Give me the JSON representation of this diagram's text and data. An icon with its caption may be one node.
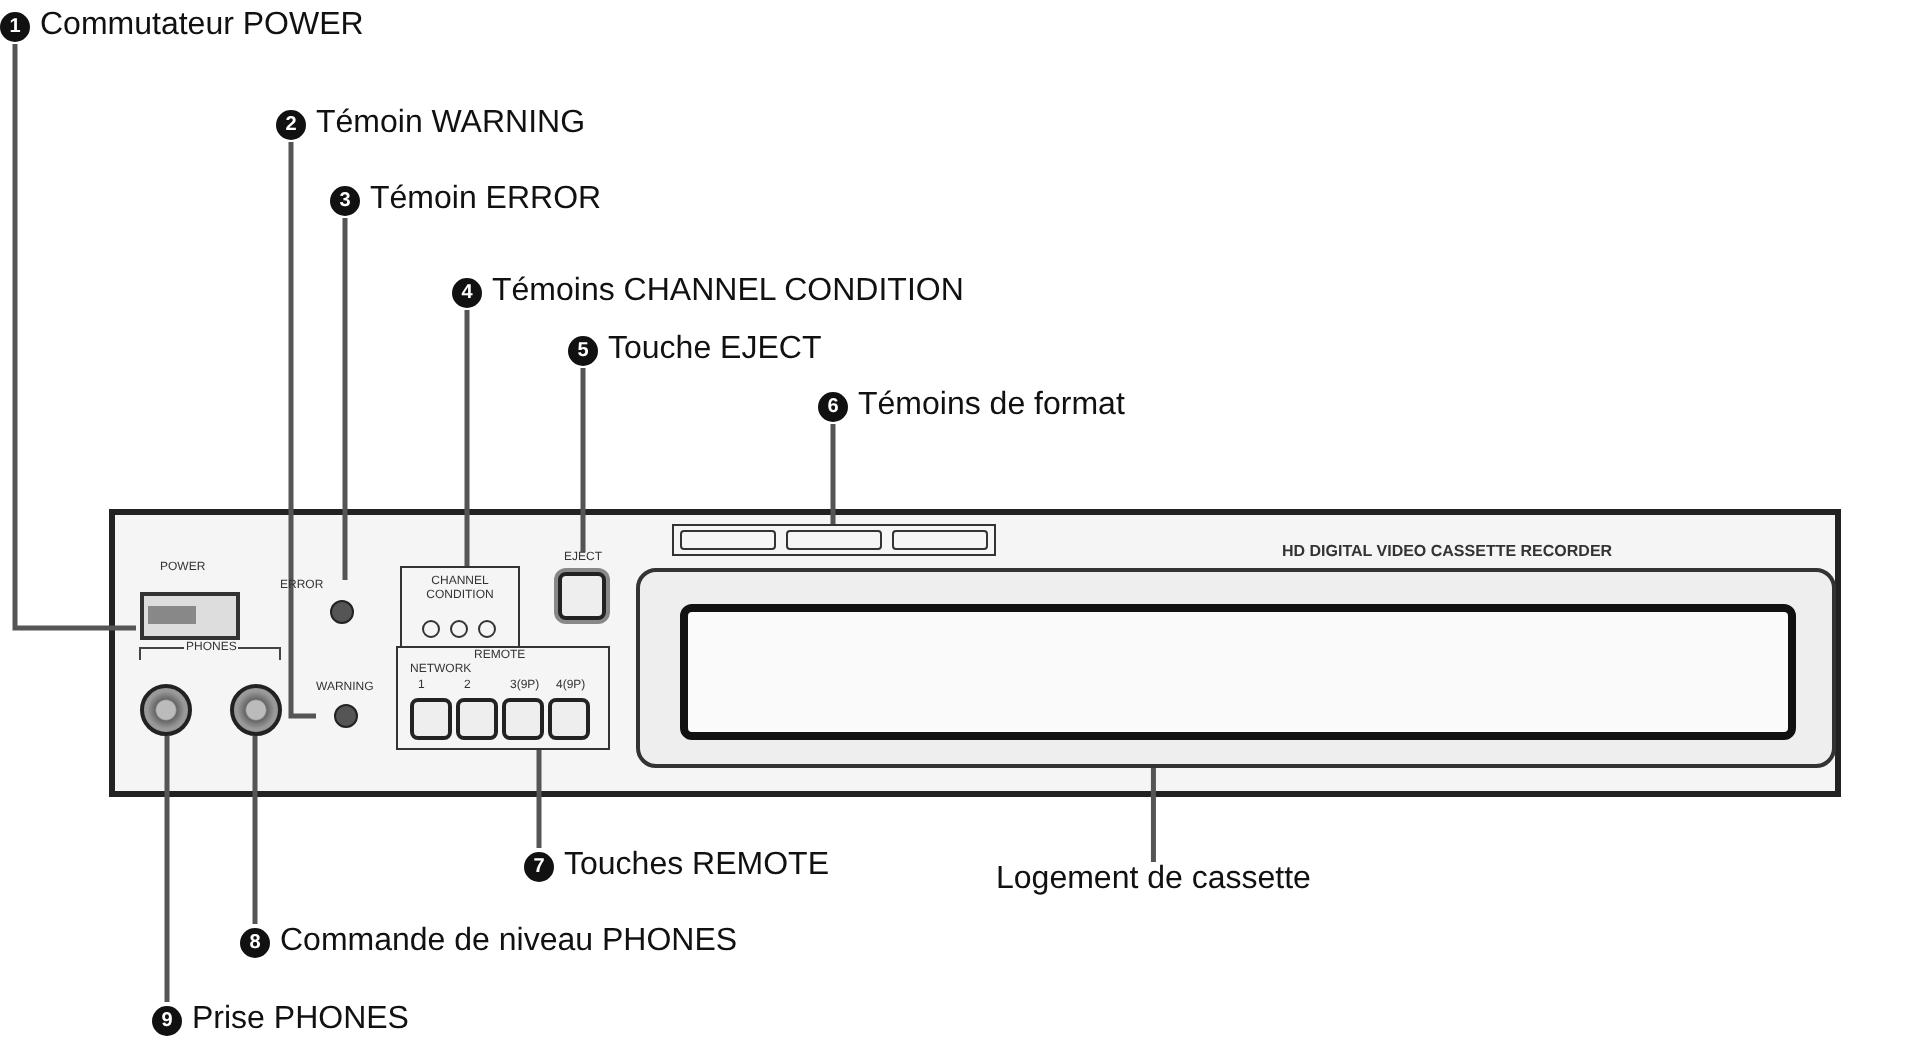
{
  "diagram": {
    "nodes": [
      {
        "text": [
          "1",
          "Commutateur POWER"
        ]
      },
      {
        "text": [
          "2",
          "Témoin WARNING"
        ]
      },
      {
        "text": [
          "3",
          "Témoin ERROR"
        ]
      },
      {
        "text": [
          "4",
          "Témoins CHANNEL CONDITION"
        ]
      },
      {
        "text": [
          "5",
          "Touche EJECT"
        ]
      },
      {
        "text": [
          "6",
          "Témoins de format"
        ]
      },
      {
        "text": [
          "7",
          "Touches REMOTE"
        ]
      },
      {
        "text": [
          "8",
          "Commande de niveau PHONES"
        ]
      },
      {
        "text": [
          "9",
          "Prise PHONES"
        ]
      },
      {
        "text": [
          "Logement de cassette"
        ]
      },
      {
        "text": [
          "POWER"
        ]
      },
      {
        "text": [],
        "shape": "circle",
        "beside": [
          "WARNING"
        ]
      },
      {
        "text": [],
        "shape": "circle",
        "beside": [
          "ERROR"
        ]
      },
      {
        "text": [
          "CHANNEL CONDITION"
        ]
      },
      {
        "text": [
          "EJECT"
        ]
      },
      {
        "text": [],
        "shape": "box"
      },
      {
        "text": [
          "REMOTE",
          "NETWORK",
          "1",
          "2",
          "3(9P)",
          "4(9P)"
        ]
      },
      {
        "text": [],
        "shape": "circle"
      },
      {
        "text": [],
        "shape": "circle"
      },
      {
        "text": [],
        "shape": "box"
      }
    ],
    "edges": [
      {
        "from": 0,
        "to": 10,
        "arrow": "none"
      },
      {
        "from": 1,
        "to": 11,
        "arrow": "none"
      },
      {
        "from": 2,
        "to": 12,
        "arrow": "none"
      },
      {
        "from": 3,
        "to": 13,
        "arrow": "none"
      },
      {
        "from": 4,
        "to": 14,
        "arrow": "none"
      },
      {
        "from": 5,
        "to": 15,
        "arrow": "none"
      },
      {
        "from": 6,
        "to": 16,
        "arrow": "none"
      },
      {
        "from": 7,
        "to": 18,
        "arrow": "none"
      },
      {
        "from": 8,
        "to": 17,
        "arrow": "none"
      },
      {
        "from": 9,
        "to": 19,
        "arrow": "none"
      }
    ],
    "labels": [
      "PHONES",
      "HD DIGITAL VIDEO CASSETTE RECORDER"
    ]
  }
}
